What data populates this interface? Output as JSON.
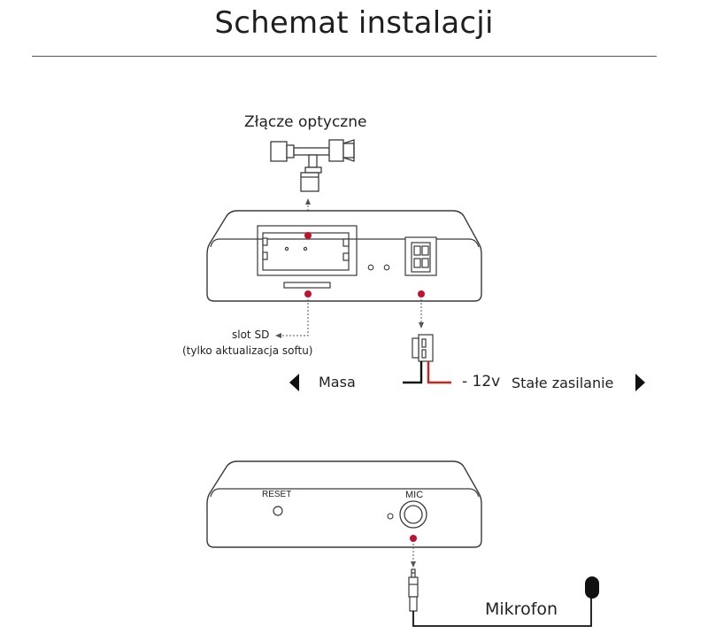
{
  "title": "Schemat instalacji",
  "labels": {
    "optical_connector": "Złącze optyczne",
    "sd_slot": "slot SD",
    "sd_slot_note": "(tylko aktualizacja softu)",
    "ground": "Masa",
    "voltage": "- 12v",
    "constant_power": "Stałe zasilanie",
    "reset": "RESET",
    "mic": "MIC",
    "microphone": "Mikrofon"
  },
  "colors": {
    "accent_dot": "#c8102e",
    "power_wire": "#d0211b",
    "ground_wire": "#111111",
    "outline": "#3a3a3a"
  }
}
